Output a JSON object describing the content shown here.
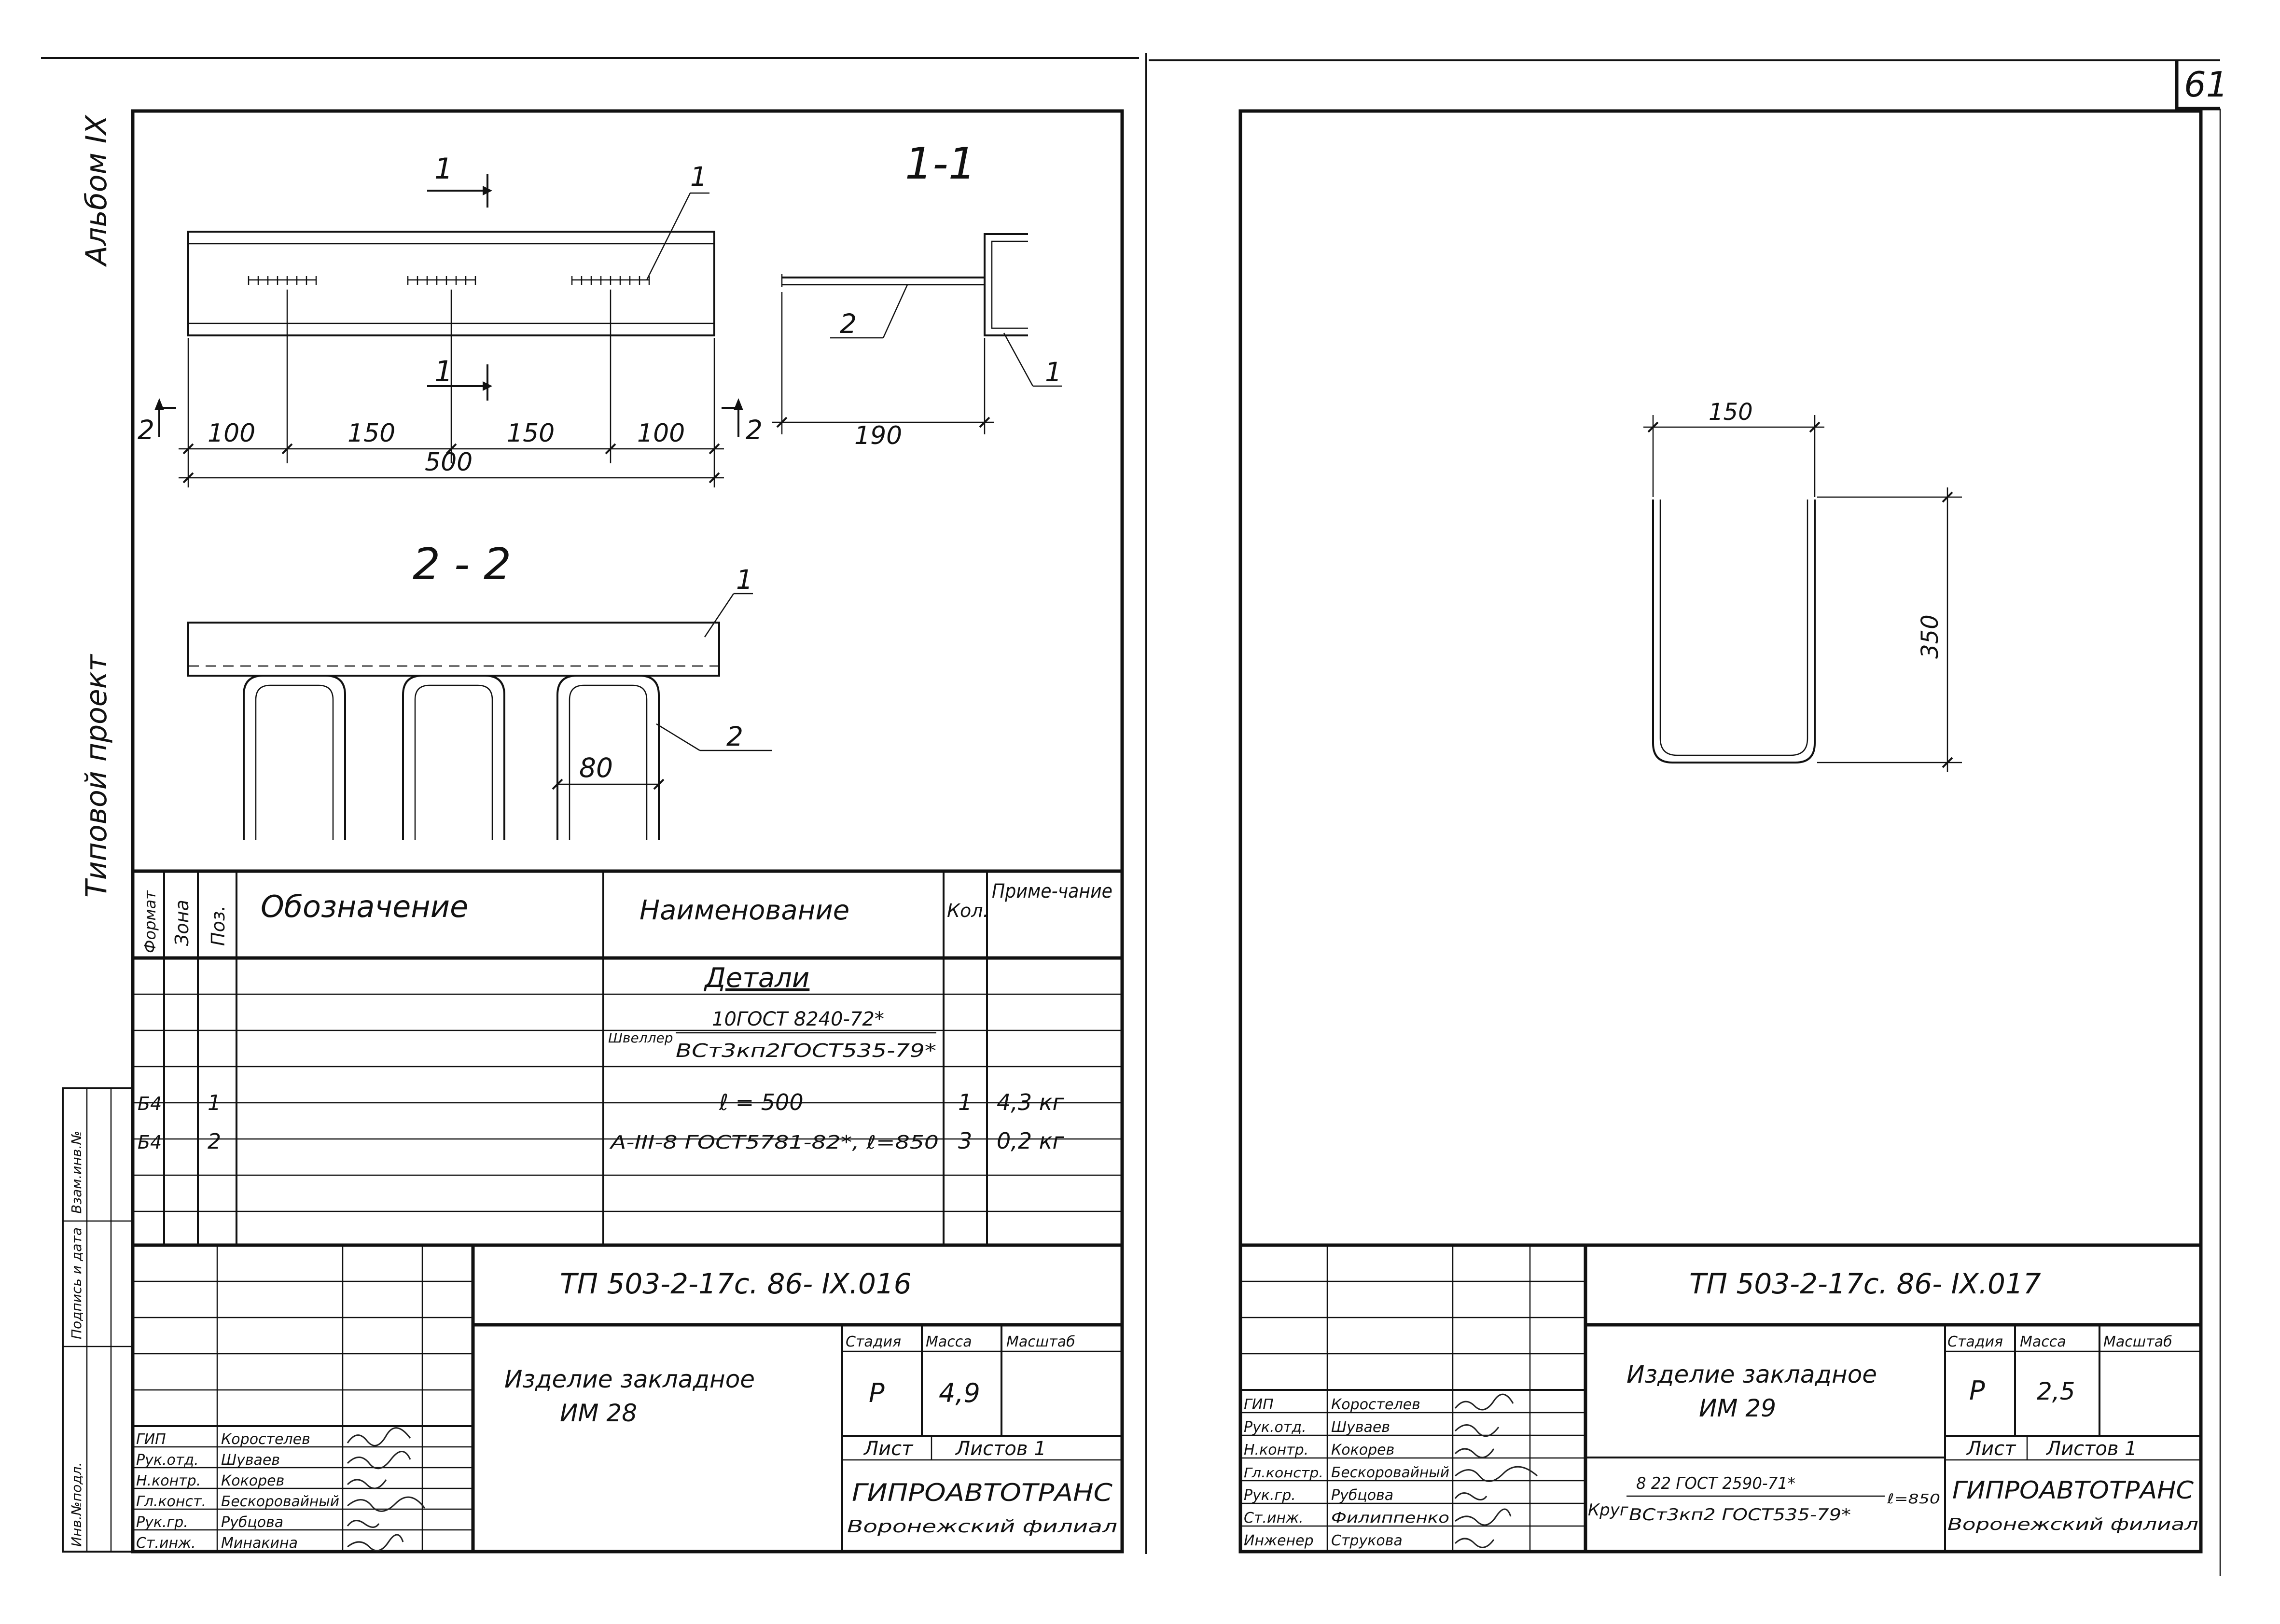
{
  "page": {
    "number": "61"
  },
  "side_titles": {
    "album": "Альбом IX",
    "project": "Типовой проект",
    "stamp_labels": [
      "Инв.№подл.",
      "Подпись и дата",
      "Взам.инв.№"
    ]
  },
  "left_sheet": {
    "section_labels": {
      "s11": "1-1",
      "s22": "2 - 2"
    },
    "cut_marks": {
      "one": "1",
      "two": "2"
    },
    "dimensions": {
      "d100a": "100",
      "d150a": "150",
      "d150b": "150",
      "d100b": "100",
      "total": "500",
      "side": "190",
      "loop": "80"
    },
    "callouts": {
      "c1": "1",
      "c2": "2"
    },
    "spec": {
      "headers": {
        "format": "Формат",
        "zone": "Зона",
        "pos": "Поз.",
        "designation": "Обозначение",
        "name": "Наименование",
        "qty": "Кол.",
        "note": "Приме-чание"
      },
      "section_title": "Детали",
      "channel_word": "Швеллер",
      "channel_top": "10ГОСТ 8240-72*",
      "channel_bottom": "ВСт3кп2ГОСТ535-79*",
      "rows": [
        {
          "format": "Б4",
          "pos": "1",
          "name": "ℓ = 500",
          "qty": "1",
          "note": "4,3 кг"
        },
        {
          "format": "Б4",
          "pos": "2",
          "name": "A-III-8 ГОСТ5781-82*, ℓ=850",
          "qty": "3",
          "note": "0,2 кг"
        }
      ]
    },
    "title_block": {
      "code": "ТП    503-2-17с. 86-  IX.016",
      "item_name": "Изделие закладное",
      "item_code": "ИМ 28",
      "stage_label": "Стадия",
      "mass_label": "Масса",
      "scale_label": "Масштаб",
      "stage": "Р",
      "mass": "4,9",
      "sheet_label": "Лист",
      "sheets_label": "Листов 1",
      "org": "ГИПРОАВТОТРАНС",
      "branch": "Воронежский филиал",
      "staff": [
        {
          "role": "ГИП",
          "name": "Коростелев"
        },
        {
          "role": "Рук.отд.",
          "name": "Шуваев"
        },
        {
          "role": "Н.контр.",
          "name": "Кокорев"
        },
        {
          "role": "Гл.конст.",
          "name": "Бескоровайный"
        },
        {
          "role": "Рук.гр.",
          "name": "Рубцова"
        },
        {
          "role": "Ст.инж.",
          "name": "Минакина"
        }
      ]
    }
  },
  "right_sheet": {
    "dimensions": {
      "width": "150",
      "height": "350"
    },
    "title_block": {
      "code": "ТП    503-2-17с. 86-  IX.017",
      "item_name": "Изделие закладное",
      "item_code": "ИМ 29",
      "stage_label": "Стадия",
      "mass_label": "Масса",
      "scale_label": "Масштаб",
      "stage": "Р",
      "mass": "2,5",
      "sheet_label": "Лист",
      "sheets_label": "Листов 1",
      "material_word": "Круг",
      "material_top": "8 22 ГОСТ 2590-71*",
      "material_bottom": "ВСт3кп2 ГОСТ535-79*",
      "material_len": "ℓ=850",
      "org": "ГИПРОАВТОТРАНС",
      "branch": "Воронежский филиал",
      "staff": [
        {
          "role": "ГИП",
          "name": "Коростелев"
        },
        {
          "role": "Рук.отд.",
          "name": "Шуваев"
        },
        {
          "role": "Н.контр.",
          "name": "Кокорев"
        },
        {
          "role": "Гл.констр.",
          "name": "Бескоровайный"
        },
        {
          "role": "Рук.гр.",
          "name": "Рубцова"
        },
        {
          "role": "Ст.инж.",
          "name": "Филиппенко"
        },
        {
          "role": "Инженер",
          "name": "Струкова"
        }
      ]
    }
  }
}
